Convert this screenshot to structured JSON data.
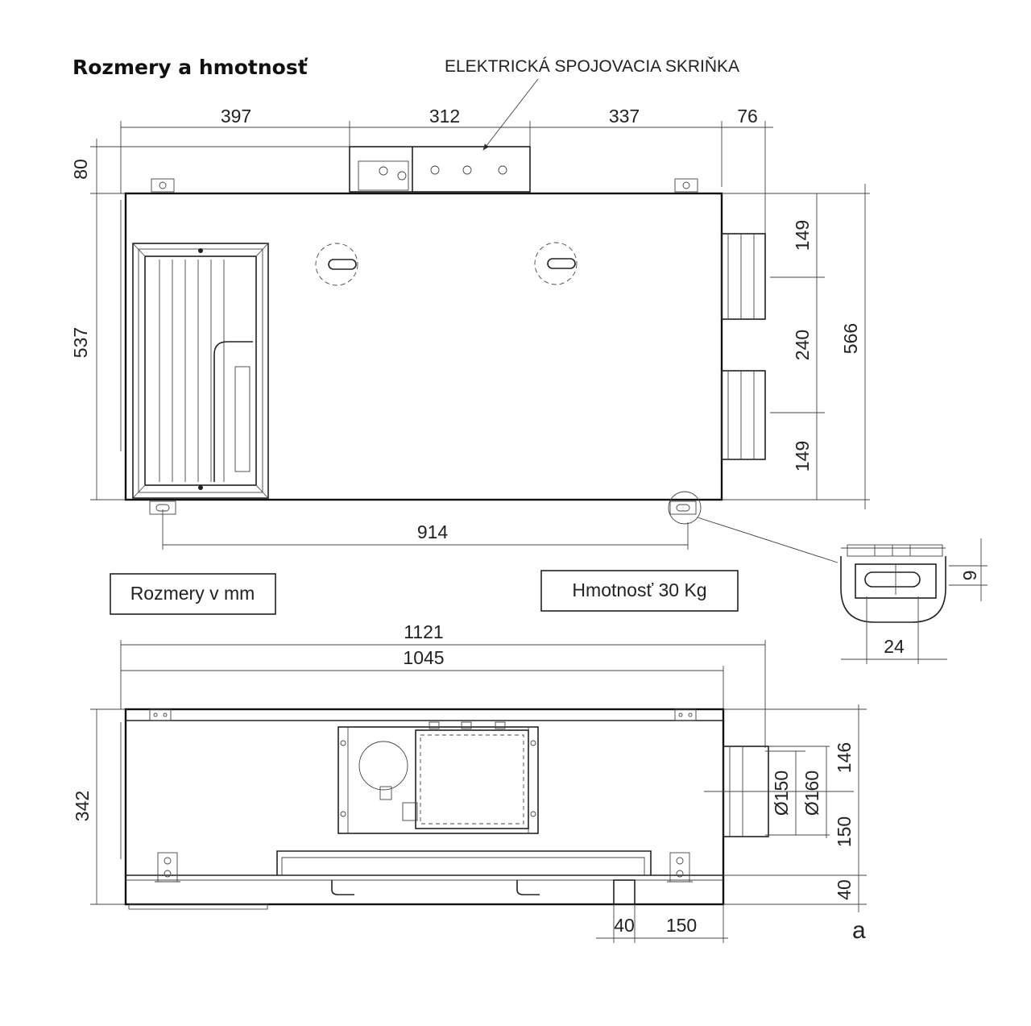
{
  "title": "Rozmery a hmotnosť",
  "junction_box_label": "ELEKTRICKÁ SPOJOVACIA SKRIŇKA",
  "units_label": "Rozmery v mm",
  "weight_label": "Hmotnosť 30 Kg",
  "top_view": {
    "dims_top": [
      "397",
      "312",
      "337",
      "76"
    ],
    "dim_left_top": "80",
    "dim_left": "537",
    "dims_right": [
      "149",
      "240",
      "149"
    ],
    "dim_right_total": "566",
    "dim_bottom": "914"
  },
  "detail": {
    "dim_height": "9",
    "dim_width": "24",
    "label": "a"
  },
  "side_view": {
    "dim_total": "1121",
    "dim_body": "1045",
    "dim_left": "342",
    "dims_right": [
      "146",
      "150",
      "40"
    ],
    "diameters": [
      "Ø150",
      "Ø160"
    ],
    "dims_bottom": [
      "40",
      "150"
    ]
  }
}
